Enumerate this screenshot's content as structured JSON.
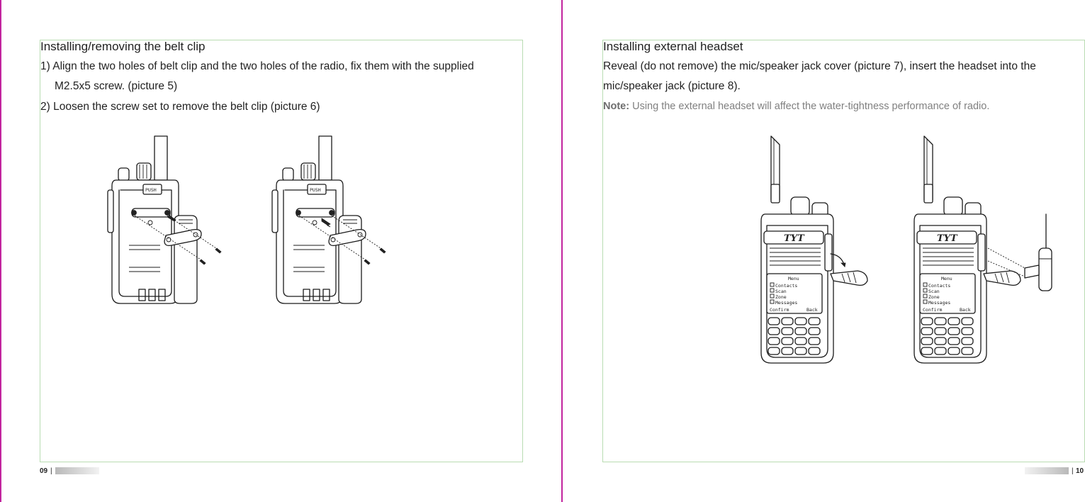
{
  "left_page": {
    "heading": "Installing/removing the belt clip",
    "step1_line1": "1) Align the two holes of belt clip and the two holes of the radio, fix them with the supplied",
    "step1_line2": "M2.5x5 screw. (picture 5)",
    "step2": "2) Loosen the screw set to remove the belt clip (picture 6)",
    "page_number": "09",
    "radio_button_label": "PUSH"
  },
  "right_page": {
    "heading": "Installing external headset",
    "para_line1": "Reveal (do not remove) the mic/speaker jack cover (picture 7), insert the headset into the",
    "para_line2": "mic/speaker jack (picture 8).",
    "note_label": "Note:",
    "note_text": " Using the external headset will affect the water-tightness performance of radio.",
    "page_number": "10",
    "radio_logo": "TYT",
    "screen_menu": {
      "title": "Menu",
      "items": [
        "Contacts",
        "Scan",
        "Zone",
        "Messages"
      ],
      "confirm": "Confirm",
      "back": "Back"
    }
  },
  "colors": {
    "page_edge": "#c2249e",
    "frame_border": "#b9dcb2",
    "note_text": "#808080"
  }
}
